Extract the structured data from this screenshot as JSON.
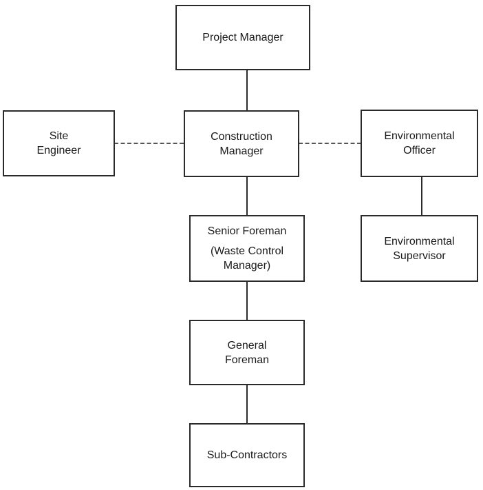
{
  "diagram": {
    "project_manager": {
      "lines": [
        "Project Manager"
      ]
    },
    "construction_manager": {
      "lines": [
        "Construction",
        "Manager"
      ]
    },
    "site_engineer": {
      "lines": [
        "Site",
        "Engineer"
      ]
    },
    "environmental_officer": {
      "lines": [
        "Environmental",
        "Officer"
      ]
    },
    "environmental_supervisor": {
      "lines": [
        "Environmental",
        "Supervisor"
      ]
    },
    "senior_foreman": {
      "lines": [
        "Senior Foreman",
        "(Waste Control",
        "Manager)"
      ]
    },
    "general_foreman": {
      "lines": [
        "General",
        "Foreman"
      ]
    },
    "sub_contractors": {
      "lines": [
        "Sub-Contractors"
      ]
    }
  },
  "connections": [
    {
      "from": "Project Manager",
      "to": "Construction Manager",
      "style": "solid"
    },
    {
      "from": "Construction Manager",
      "to": "Site Engineer",
      "style": "dashed"
    },
    {
      "from": "Construction Manager",
      "to": "Environmental Officer",
      "style": "dashed"
    },
    {
      "from": "Environmental Officer",
      "to": "Environmental Supervisor",
      "style": "solid"
    },
    {
      "from": "Construction Manager",
      "to": "Senior Foreman",
      "style": "solid"
    },
    {
      "from": "Senior Foreman",
      "to": "General Foreman",
      "style": "solid"
    },
    {
      "from": "General Foreman",
      "to": "Sub-Contractors",
      "style": "solid"
    }
  ]
}
